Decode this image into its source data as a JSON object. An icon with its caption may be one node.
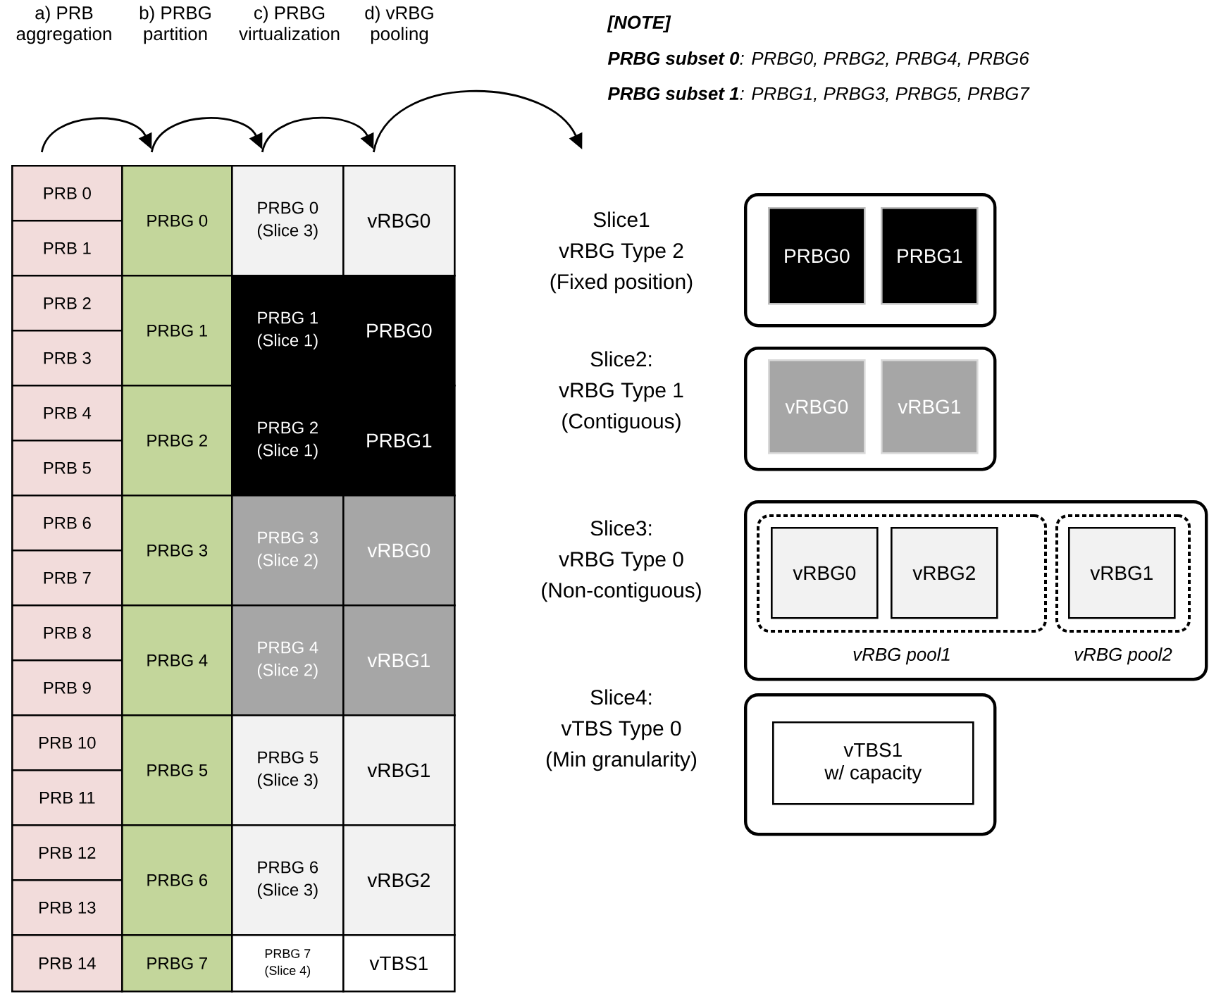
{
  "diagram": {
    "nodes": [
      {
        "text": [
          "PRB 0"
        ]
      },
      {
        "text": [
          "PRB 1"
        ]
      },
      {
        "text": [
          "PRB 2"
        ]
      },
      {
        "text": [
          "PRB 3"
        ]
      },
      {
        "text": [
          "PRB 4"
        ]
      },
      {
        "text": [
          "PRB 5"
        ]
      },
      {
        "text": [
          "PRB 6"
        ]
      },
      {
        "text": [
          "PRB 7"
        ]
      },
      {
        "text": [
          "PRB 8"
        ]
      },
      {
        "text": [
          "PRB 9"
        ]
      },
      {
        "text": [
          "PRB 10"
        ]
      },
      {
        "text": [
          "PRB 11"
        ]
      },
      {
        "text": [
          "PRB 12"
        ]
      },
      {
        "text": [
          "PRB 13"
        ]
      },
      {
        "text": [
          "PRB 14"
        ]
      },
      {
        "text": [
          "PRBG 0"
        ]
      },
      {
        "text": [
          "PRBG 1"
        ]
      },
      {
        "text": [
          "PRBG 2"
        ]
      },
      {
        "text": [
          "PRBG 3"
        ]
      },
      {
        "text": [
          "PRBG 4"
        ]
      },
      {
        "text": [
          "PRBG 5"
        ]
      },
      {
        "text": [
          "PRBG 6"
        ]
      },
      {
        "text": [
          "PRBG 7"
        ]
      },
      {
        "text": [
          "PRBG 0 (Slice 3)"
        ]
      },
      {
        "text": [
          "PRBG 1 (Slice 1)"
        ]
      },
      {
        "text": [
          "PRBG 2 (Slice 1)"
        ]
      },
      {
        "text": [
          "PRBG 3 (Slice 2)"
        ]
      },
      {
        "text": [
          "PRBG 4 (Slice 2)"
        ]
      },
      {
        "text": [
          "PRBG 5 (Slice 3)"
        ]
      },
      {
        "text": [
          "PRBG 6 (Slice 3)"
        ]
      },
      {
        "text": [
          "PRBG 7 (Slice 4)"
        ]
      },
      {
        "text": [
          "vRBG0"
        ]
      },
      {
        "text": [
          "PRBG0"
        ]
      },
      {
        "text": [
          "PRBG1"
        ]
      },
      {
        "text": [
          "vRBG0"
        ]
      },
      {
        "text": [
          "vRBG1"
        ]
      },
      {
        "text": [
          "vRBG1"
        ]
      },
      {
        "text": [
          "vRBG2"
        ]
      },
      {
        "text": [
          "vTBS1"
        ]
      },
      {
        "text": [],
        "shape": "box"
      },
      {
        "text": [
          "PRBG0"
        ],
        "in": 39
      },
      {
        "text": [
          "PRBG1"
        ],
        "in": 39
      },
      {
        "text": [],
        "shape": "box"
      },
      {
        "text": [
          "vRBG0"
        ],
        "in": 42
      },
      {
        "text": [
          "vRBG1"
        ],
        "in": 42
      },
      {
        "text": [],
        "shape": "box"
      },
      {
        "text": [
          "vRBG pool1"
        ],
        "in": 45
      },
      {
        "text": [
          "vRBG0"
        ],
        "in": 46
      },
      {
        "text": [
          "vRBG2"
        ],
        "in": 46
      },
      {
        "text": [
          "vRBG pool2"
        ],
        "in": 45
      },
      {
        "text": [
          "vRBG1"
        ],
        "in": 49
      },
      {
        "text": [],
        "shape": "box"
      },
      {
        "text": [
          "vTBS1 w/ capacity"
        ],
        "in": 51
      }
    ],
    "edges": [
      {
        "from": 0,
        "to": 15,
        "arrow": "to"
      },
      {
        "from": 15,
        "to": 23,
        "arrow": "to"
      },
      {
        "from": 23,
        "to": 31,
        "arrow": "to"
      },
      {
        "from": 31,
        "to": null,
        "arrow": "to"
      }
    ],
    "labels": [
      "a) PRB aggregation",
      "b) PRBG partition",
      "c) PRBG virtualization",
      "d) vRBG pooling",
      "[NOTE]",
      "**PRBG subset 0**: PRBG0, PRBG2, PRBG4, PRBG6",
      "**PRBG subset 1**: PRBG1, PRBG3, PRBG5, PRBG7",
      "Slice1 vRBG Type 2 (Fixed position)",
      "Slice2: vRBG Type 1 (Contiguous)",
      "Slice3: vRBG Type 0 (Non-contiguous)",
      "Slice4: vTBS Type 0 (Min granularity)"
    ]
  }
}
